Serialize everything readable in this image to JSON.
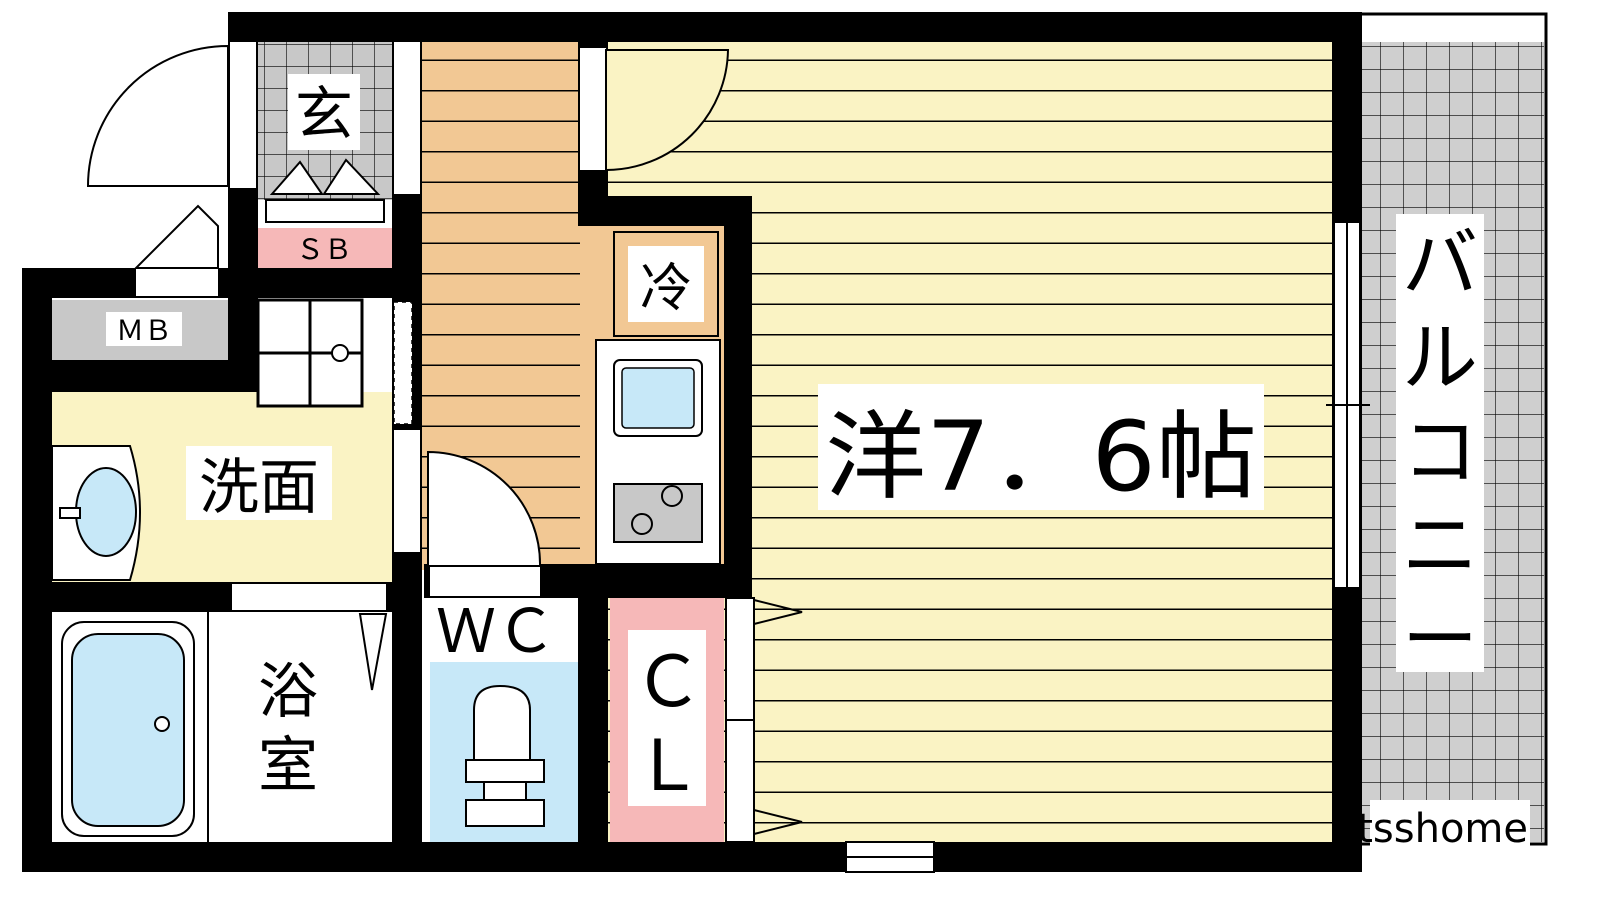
{
  "rooms": {
    "genkan": "玄",
    "shoe_box": "ＳＢ",
    "meter_box": "ＭＢ",
    "washroom": "洗面",
    "bath_1": "浴",
    "bath_2": "室",
    "toilet": "ＷＣ",
    "fridge": "冷",
    "closet_1": "Ｃ",
    "closet_2": "Ｌ",
    "western_room": "洋7．6帖",
    "balcony_1": "バ",
    "balcony_2": "ル",
    "balcony_3": "コ",
    "balcony_4": "ニ",
    "balcony_5": "ー"
  },
  "watermark": "itsshome",
  "colors": {
    "wall": "#000000",
    "room_floor": "#faf3c4",
    "corridor_floor": "#f2c894",
    "washroom_floor": "#faf3c4",
    "genkan_tile": "#c8c8c8",
    "balcony_tile": "#cfcfcf",
    "wet_area": "#c7e8f8",
    "closet_pink": "#f6b8b8",
    "meter_gray": "#c8c8c8",
    "grid_line": "#000000"
  }
}
